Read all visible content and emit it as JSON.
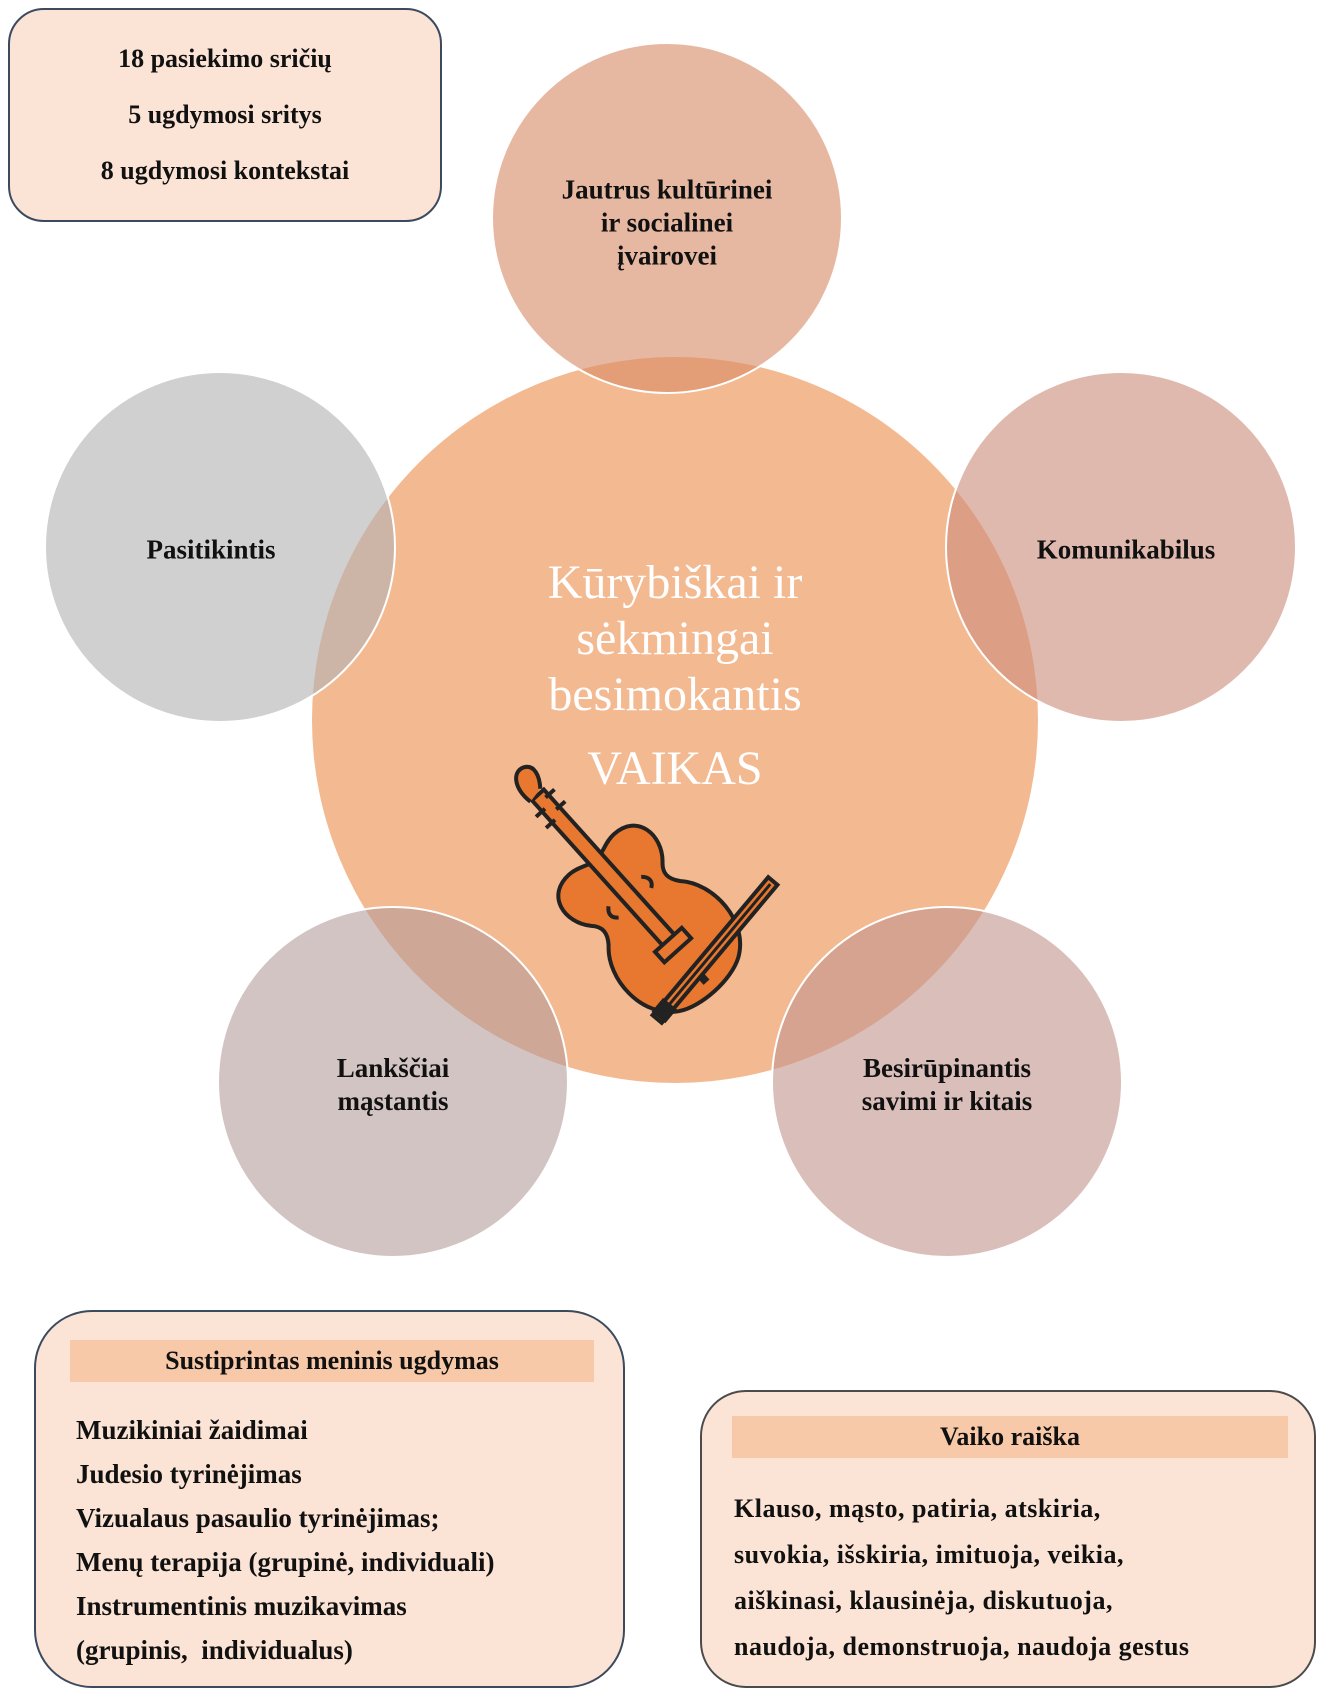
{
  "stats": {
    "line1": "18 pasiekimo sričių",
    "line2": "5 ugdymosi sritys",
    "line3": "8 ugdymosi kontekstai"
  },
  "center": {
    "line1": "Kūrybiškai ir",
    "line2": "sėkmingai",
    "line3": "besimokantis",
    "line4": "VAIKAS",
    "icon": "violin-icon"
  },
  "satellites": {
    "top": {
      "line1": "Jautrus kultūrinei",
      "line2": "ir socialinei",
      "line3": "įvairovei"
    },
    "right": {
      "line1": "Komunikabilus"
    },
    "bottom_right": {
      "line1": "Besirūpinantis",
      "line2": "savimi ir kitais"
    },
    "bottom_left": {
      "line1": "Lankščiai",
      "line2": "mąstantis"
    },
    "left": {
      "line1": "Pasitikintis"
    }
  },
  "program": {
    "title": "Sustiprintas meninis ugdymas",
    "items": [
      "Muzikiniai žaidimai",
      "Judesio tyrinėjimas",
      "Vizualaus pasaulio tyrinėjimas;",
      "Menų terapija (grupinė, individuali)",
      "Instrumentinis muzikavimas",
      "(grupinis,  individualus)"
    ]
  },
  "expression": {
    "title": "Vaiko raiška",
    "lines": [
      "Klauso, mąsto, patiria, atskiria,",
      "suvokia, išskiria, imituoja, veikia,",
      "aiškinasi, klausinėja, diskutuoja,",
      "naudoja, demonstruoja, naudoja gestus"
    ]
  },
  "colors": {
    "center": "#f0a572",
    "top": "#e3a384",
    "right": "#d7a393",
    "bottom_right": "#cfaba5",
    "bottom_left": "#c3aeae",
    "left": "#c3c3c3",
    "box_fill": "#fbe4d5",
    "box_header": "#f8c9a8",
    "violin": "#e8772f"
  }
}
